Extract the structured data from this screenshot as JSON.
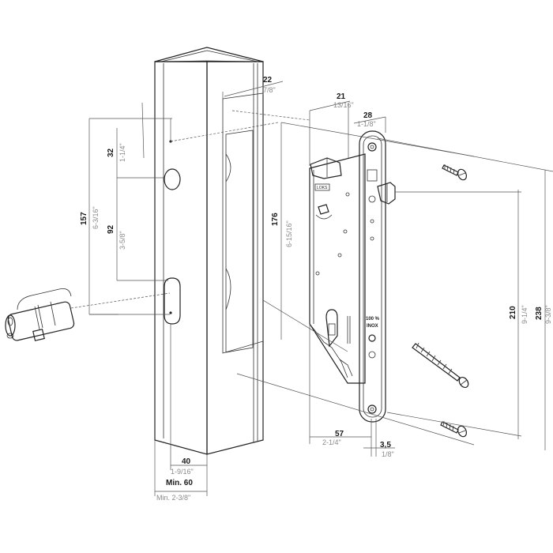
{
  "dimensions": {
    "d22": {
      "metric": "22",
      "imperial": "7/8\""
    },
    "d21": {
      "metric": "21",
      "imperial": "13/16\""
    },
    "d28": {
      "metric": "28",
      "imperial": "1-1/8\""
    },
    "d32": {
      "metric": "32",
      "imperial": "1-1/4\""
    },
    "d92": {
      "metric": "92",
      "imperial": "3-5/8\""
    },
    "d157": {
      "metric": "157",
      "imperial": "6-3/16\""
    },
    "d176": {
      "metric": "176",
      "imperial": "6-15/16\""
    },
    "d210": {
      "metric": "210",
      "imperial": "9-1/4\""
    },
    "d238": {
      "metric": "238",
      "imperial": "9-3/8\""
    },
    "d57": {
      "metric": "57",
      "imperial": "2-1/4\""
    },
    "d35": {
      "metric": "3,5",
      "imperial": "1/8\""
    },
    "d40": {
      "metric": "40",
      "imperial": "1-9/16\""
    },
    "d60": {
      "metric": "Min. 60",
      "imperial": "Min. 2-3/8\""
    }
  },
  "faceplate_text": {
    "line1": "100 %",
    "line2": "INOX"
  },
  "colors": {
    "line": "#222222",
    "dimension": "#555555",
    "imperial": "#8a8a8a",
    "background": "#ffffff",
    "key_accent": "#555555"
  }
}
